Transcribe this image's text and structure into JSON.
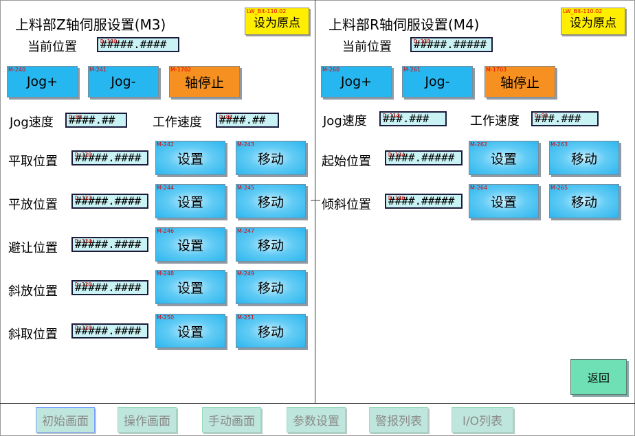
{
  "left": {
    "title": "上料部Z轴伺服设置(M3)",
    "set_origin": {
      "tag": "LW_Bit-110.02",
      "label": "设为原点"
    },
    "current_pos": {
      "label": "当前位置",
      "tag": "D-130",
      "value": "#####.####"
    },
    "jog_plus": {
      "tag": "M-240",
      "label": "Jog+"
    },
    "jog_minus": {
      "tag": "M-241",
      "label": "Jog-"
    },
    "axis_stop": {
      "tag": "M-1702",
      "label": "轴停止"
    },
    "jog_speed": {
      "label": "Jog速度",
      "tag": "D-80",
      "value": "####.##"
    },
    "work_speed": {
      "label": "工作速度",
      "tag": "D-82",
      "value": "####.##"
    },
    "rows": [
      {
        "label": "平取位置",
        "tag": "D-120",
        "value": "#####.####",
        "set_tag": "M-242",
        "set_label": "设置",
        "move_tag": "M-243",
        "move_label": "移动"
      },
      {
        "label": "平放位置",
        "tag": "D-122",
        "value": "#####.####",
        "set_tag": "M-244",
        "set_label": "设置",
        "move_tag": "M-245",
        "move_label": "移动"
      },
      {
        "label": "避让位置",
        "tag": "D-124",
        "value": "#####.####",
        "set_tag": "M-246",
        "set_label": "设置",
        "move_tag": "M-247",
        "move_label": "移动"
      },
      {
        "label": "斜放位置",
        "tag": "D-126",
        "value": "#####.####",
        "set_tag": "M-248",
        "set_label": "设置",
        "move_tag": "M-249",
        "move_label": "移动"
      },
      {
        "label": "斜取位置",
        "tag": "D-128",
        "value": "#####.####",
        "set_tag": "M-250",
        "set_label": "设置",
        "move_tag": "M-251",
        "move_label": "移动"
      }
    ]
  },
  "right": {
    "title": "上料部R轴伺服设置(M4)",
    "set_origin": {
      "tag": "LW_Bit-110.02",
      "label": "设为原点"
    },
    "current_pos": {
      "label": "当前位置",
      "tag": "D-138",
      "value": "#####.#####"
    },
    "jog_plus": {
      "tag": "M-260",
      "label": "Jog+"
    },
    "jog_minus": {
      "tag": "M-261",
      "label": "Jog-"
    },
    "axis_stop": {
      "tag": "M-1703",
      "label": "轴停止"
    },
    "jog_speed": {
      "label": "Jog速度",
      "tag": "D-114",
      "value": "###.###"
    },
    "work_speed": {
      "label": "工作速度",
      "tag": "D-90",
      "value": "###.###"
    },
    "rows": [
      {
        "label": "起始位置",
        "tag": "D-134",
        "value": "####.#####",
        "set_tag": "M-262",
        "set_label": "设置",
        "move_tag": "M-263",
        "move_label": "移动"
      },
      {
        "label": "倾斜位置",
        "tag": "D-136",
        "value": "####.#####",
        "set_tag": "M-264",
        "set_label": "设置",
        "move_tag": "M-265",
        "move_label": "移动"
      }
    ],
    "back_label": "返回"
  },
  "nav": [
    "初始画面",
    "操作画面",
    "手动画面",
    "参数设置",
    "警报列表",
    "I/O列表"
  ],
  "colors": {
    "blue": "#26b7f0",
    "orange": "#f69020",
    "yellow": "#ffee00",
    "green": "#6fe0b6",
    "nav": "#bfe6dc",
    "tag_red": "#e00000"
  }
}
